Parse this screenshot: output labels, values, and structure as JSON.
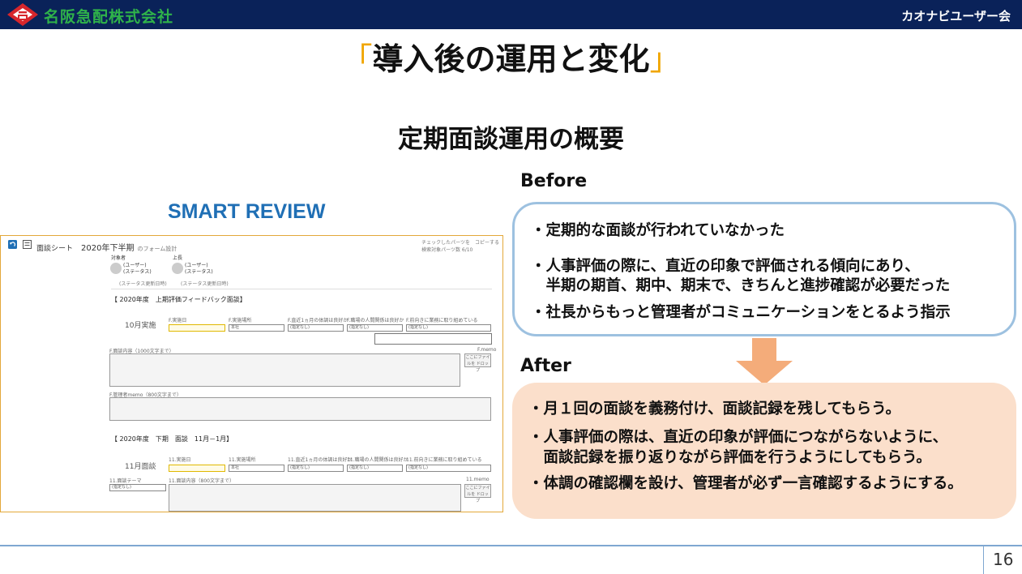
{
  "header": {
    "company_name": "名阪急配株式会社",
    "event_name": "カオナビユーザー会",
    "brand_color": "#0a2259",
    "accent_color": "#2fb24a"
  },
  "slide": {
    "title_open": "「",
    "title": "導入後の運用と変化",
    "title_close": "」",
    "subtitle": "定期面談運用の概要",
    "page_number": "16"
  },
  "smart_review": {
    "label": "SMART REVIEW",
    "form": {
      "sheet_label": "面談シート",
      "period": "2020年下半期",
      "period_note": "のフォーム設計",
      "top_right_line1": "チェックしたパーツを　コピーする",
      "top_right_line2": "検索対象パーツ数 6/10",
      "person1_role": "対象者",
      "person1_name": "(ユーザー)",
      "person1_status": "(ステータス)",
      "person1_update": "(ステータス更新日時)",
      "person2_role": "上長",
      "person2_name": "(ユーザー)",
      "person2_status": "(ステータス)",
      "person2_update": "(ステータス更新日時)",
      "section1_title": "【 2020年度　上期評価フィードバック面談】",
      "section1_row_label": "10月実施",
      "section1_fields": [
        "F.実施日",
        "F.実施場所",
        "F.直近1ヵ月の体調は良好か",
        "F.職場の人間関係は良好か",
        "F.前向きに業務に取り組めている"
      ],
      "section1_values": [
        "",
        "本社",
        "(指定なし)",
        "(指定なし)",
        "(指定なし)"
      ],
      "section1_content_label": "F.面談内容（1000文字まで）",
      "section1_memo_label": "F.memo",
      "section1_manager_memo_label": "F.管理者memo（800文字まで）",
      "attach_button": "ここにファイルを ドロップ",
      "section2_title": "【 2020年度　下期　面談　11月－1月】",
      "section2_row_label": "11月面談",
      "section2_fields": [
        "11.実施日",
        "11.実施場所",
        "11.直近1ヵ月の体調は良好か",
        "11.職場の人間関係は良好か",
        "11.前向きに業務に取り組めている"
      ],
      "section2_values": [
        "",
        "本社",
        "(指定なし)",
        "(指定なし)",
        "(指定なし)"
      ],
      "section2_theme_label": "11.面談テーマ",
      "section2_theme_value": "(指定なし)",
      "section2_content_label": "11.面談内容（800文字まで）",
      "section2_memo_label": "11.memo"
    }
  },
  "before": {
    "heading": "Before",
    "items": [
      "・定期的な面談が行われていなかった",
      "・人事評価の際に、直近の印象で評価される傾向にあり、",
      "　半期の期首、期中、期末で、きちんと進捗確認が必要だった",
      "・社長からもっと管理者がコミュニケーションをとるよう指示"
    ],
    "border_color": "#9dc1e0"
  },
  "after": {
    "heading": "After",
    "items": [
      "・月１回の面談を義務付け、面談記録を残してもらう。",
      "・人事評価の際は、直近の印象が評価につながらないように、",
      "　面談記録を振り返りながら評価を行うようにしてもらう。",
      "・体調の確認欄を設け、管理者が必ず一言確認するようにする。"
    ],
    "bg_color": "#fbdfcb",
    "arrow_color": "#f4ac7a"
  }
}
